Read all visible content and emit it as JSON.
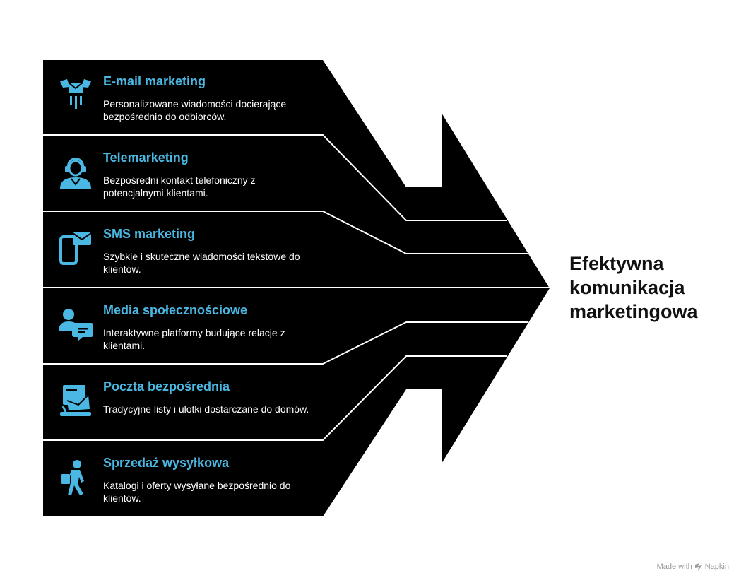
{
  "colors": {
    "background": "#ffffff",
    "band": "#000000",
    "divider": "#ffffff",
    "title": "#4ab8e3",
    "text": "#ffffff"
  },
  "channels": [
    {
      "icon": "email-icon",
      "title": "E-mail marketing",
      "description": "Personalizowane wiadomości docierające bezpośrednio do odbiorców."
    },
    {
      "icon": "call-agent-icon",
      "title": "Telemarketing",
      "description": "Bezpośredni kontakt telefoniczny z potencjalnymi klientami."
    },
    {
      "icon": "phone-message-icon",
      "title": "SMS marketing",
      "description": "Szybkie i skuteczne wiadomości tekstowe do klientów."
    },
    {
      "icon": "users-chat-icon",
      "title": "Media społecznościowe",
      "description": "Interaktywne platformy budujące relacje z klientami."
    },
    {
      "icon": "mailbox-icon",
      "title": "Poczta bezpośrednia",
      "description": "Tradycyjne listy i ulotki dostarczane do domów."
    },
    {
      "icon": "delivery-person-icon",
      "title": "Sprzedaż wysyłkowa",
      "description": "Katalogi i oferty wysyłane bezpośrednio do klientów."
    }
  ],
  "result": {
    "title": "Efektywna komunikacja marketingowa"
  },
  "watermark": {
    "prefix": "Made with",
    "brand": "Napkin"
  }
}
